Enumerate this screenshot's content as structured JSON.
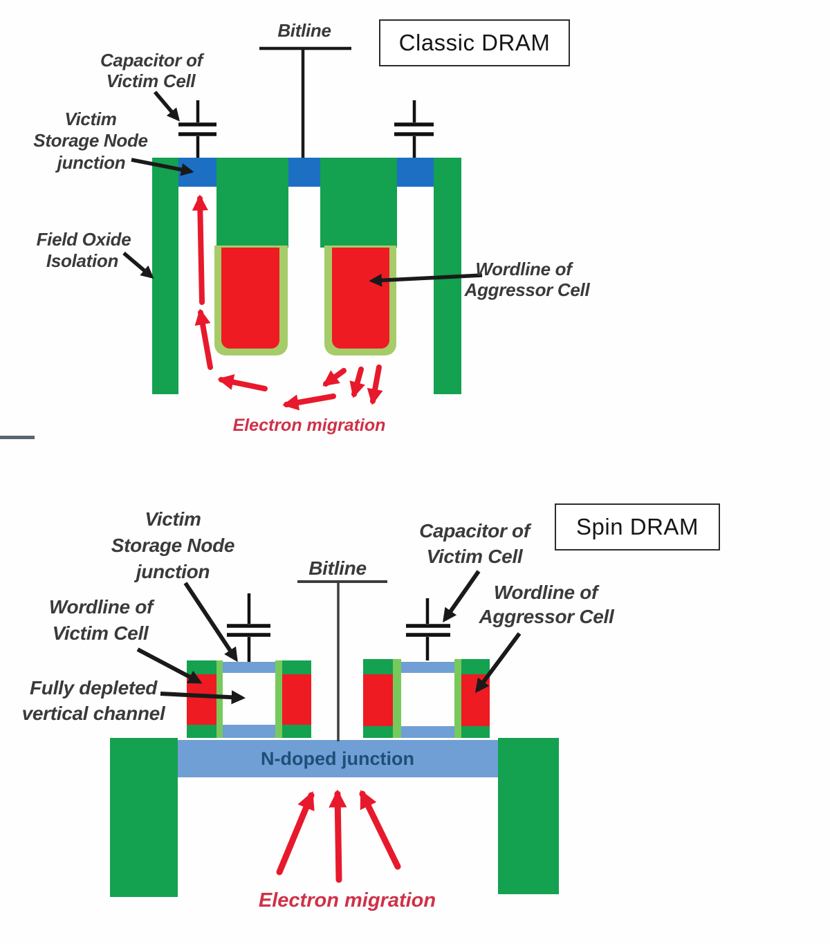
{
  "colors": {
    "green": "#14a150",
    "blue_strong": "#1d6fc4",
    "blue_soft": "#6f9fd4",
    "red": "#ee1b23",
    "liner": "#a6cc69",
    "liner_bright": "#77c95c",
    "arrow_red": "#e8192c",
    "label_text": "#3a3a3a",
    "migration_text": "#cf3148",
    "ndoped_text": "#1f4e79",
    "line_black": "#1a1a1a"
  },
  "top": {
    "title": "Classic DRAM",
    "bitline": "Bitline",
    "capacitor_label": {
      "l1": "Capacitor of",
      "l2": "Victim Cell"
    },
    "storage_label": {
      "l1": "Victim",
      "l2": "Storage Node",
      "l3": "junction"
    },
    "field_oxide_label": {
      "l1": "Field Oxide",
      "l2": "Isolation"
    },
    "wordline_label": {
      "l1": "Wordline of",
      "l2": "Aggressor Cell"
    },
    "electron_label": "Electron migration"
  },
  "bottom": {
    "title": "Spin DRAM",
    "bitline": "Bitline",
    "storage_label": {
      "l1": "Victim",
      "l2": "Storage Node",
      "l3": "junction"
    },
    "capacitor_label": {
      "l1": "Capacitor of",
      "l2": "Victim Cell"
    },
    "wordline_aggressor_label": {
      "l1": "Wordline of",
      "l2": "Aggressor Cell"
    },
    "wordline_victim_label": {
      "l1": "Wordline of",
      "l2": "Victim Cell"
    },
    "channel_label": {
      "l1": "Fully depleted",
      "l2": "vertical channel"
    },
    "ndoped_label": "N-doped junction",
    "electron_label": "Electron migration"
  }
}
